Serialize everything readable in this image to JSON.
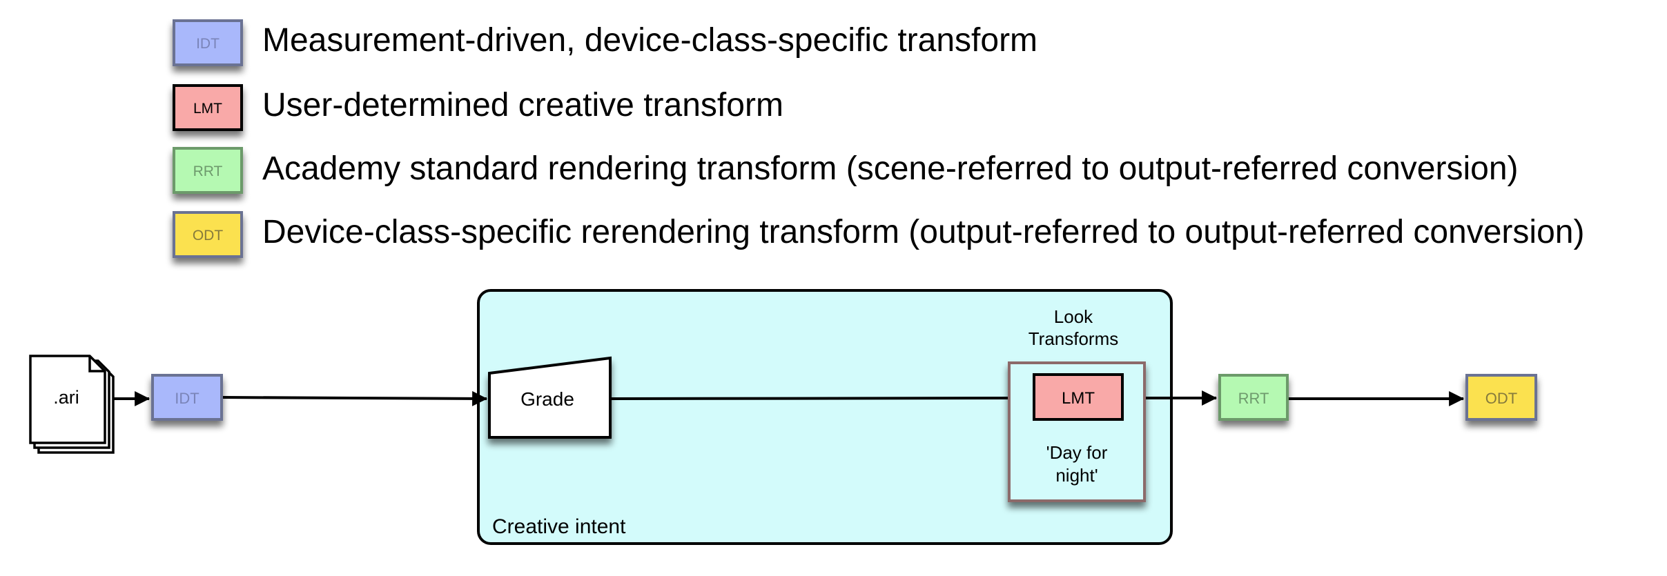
{
  "legend": [
    {
      "box": "IDT",
      "description": "Measurement-driven, device-class-specific transform",
      "fill": "#a9b8fb",
      "stroke": "#6b7293",
      "box_text_color": "#7a84b8"
    },
    {
      "box": "LMT",
      "description": "User-determined creative transform",
      "fill": "#f9a9a8",
      "stroke": "#000000",
      "box_text_color": "#000000"
    },
    {
      "box": "RRT",
      "description": "Academy standard rendering transform (scene-referred to output-referred conversion)",
      "fill": "#b5f9b2",
      "stroke": "#6c9a6a",
      "box_text_color": "#6e9a6d"
    },
    {
      "box": "ODT",
      "description": "Device-class-specific rerendering transform (output-referred to output-referred conversion)",
      "fill": "#fbe14f",
      "stroke": "#6b7293",
      "box_text_color": "#857a3c"
    }
  ],
  "pipeline": {
    "source_file": ".ari",
    "idt": "IDT",
    "grade": "Grade",
    "creative_intent_label": "Creative intent",
    "creative_intent_fill": "#d3fbfb",
    "look_transforms_line1": "Look",
    "look_transforms_line2": "Transforms",
    "lmt": "LMT",
    "lmt_caption_line1": "'Day for",
    "lmt_caption_line2": "night'",
    "rrt": "RRT",
    "odt": "ODT"
  }
}
